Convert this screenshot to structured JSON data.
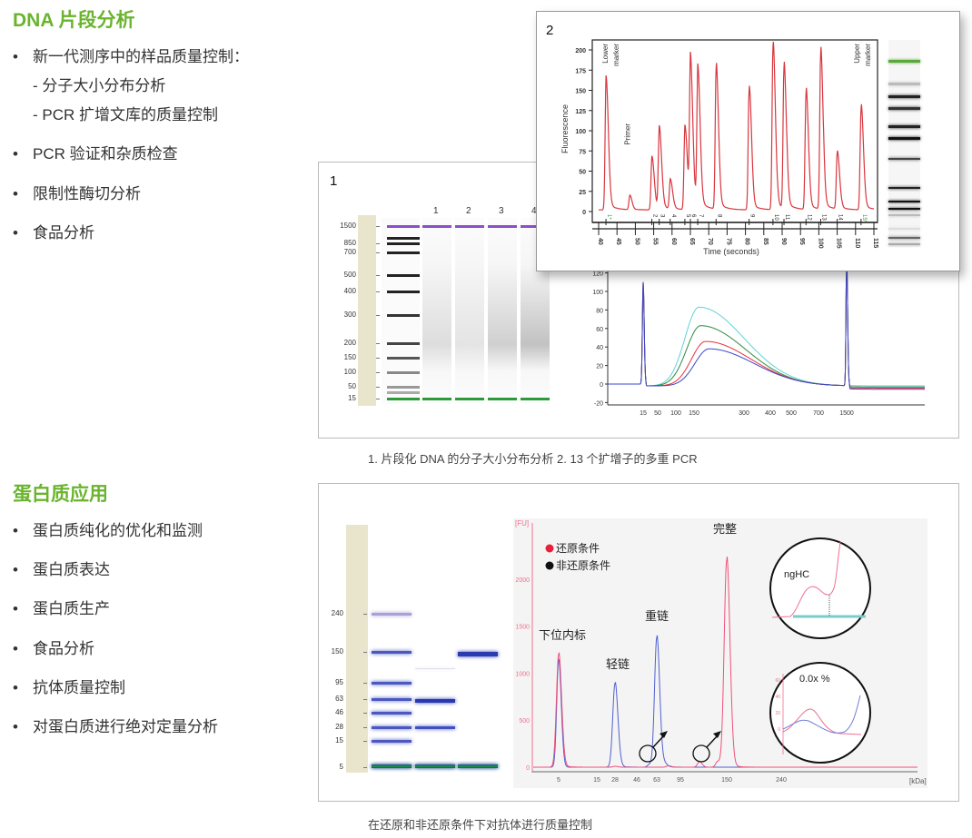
{
  "dna_section": {
    "title": "DNA 片段分析",
    "bullets": [
      {
        "text": "新一代测序中的样品质量控制：",
        "sub": [
          "- 分子大小分布分析",
          "- PCR 扩增文库的质量控制"
        ]
      },
      {
        "text": "PCR 验证和杂质检查"
      },
      {
        "text": "限制性酶切分析"
      },
      {
        "text": "食品分析"
      }
    ],
    "caption": "1. 片段化 DNA 的分子大小分布分析   2. 13 个扩增子的多重 PCR"
  },
  "protein_section": {
    "title": "蛋白质应用",
    "bullets": [
      "蛋白质纯化的优化和监测",
      "蛋白质表达",
      "蛋白质生产",
      "食品分析",
      "抗体质量控制",
      "对蛋白质进行绝对定量分析"
    ],
    "caption": "在还原和非还原条件下对抗体进行质量控制"
  },
  "panel1": {
    "label": "1",
    "lane_labels": [
      "1",
      "2",
      "3",
      "4"
    ],
    "ladder": [
      "1500",
      "850",
      "700",
      "500",
      "400",
      "300",
      "200",
      "150",
      "100",
      "50",
      "15"
    ]
  },
  "panel2": {
    "label": "2"
  },
  "panel3": {
    "ladder": [
      "240",
      "150",
      "95",
      "63",
      "46",
      "28",
      "15",
      "5"
    ]
  },
  "chart_data": [
    {
      "type": "line",
      "name": "multiplex-pcr",
      "xlabel": "Time (seconds)",
      "ylabel": "Fluorescence",
      "xlim": [
        40,
        115
      ],
      "ylim": [
        0,
        210
      ],
      "xticks": [
        "40",
        "45",
        "50",
        "55",
        "60",
        "65",
        "70",
        "75",
        "80",
        "85",
        "90",
        "95",
        "100",
        "105",
        "110",
        "115"
      ],
      "yticks": [
        "0",
        "25",
        "50",
        "75",
        "100",
        "125",
        "150",
        "175",
        "200"
      ],
      "annotations": [
        "Lower marker",
        "Primer",
        "Upper marker"
      ],
      "peak_labels": [
        "1*",
        "2",
        "3",
        "4",
        "5",
        "6",
        "7",
        "8",
        "9",
        "10",
        "11",
        "12",
        "13",
        "14",
        "15*"
      ],
      "peaks": [
        {
          "x": 42,
          "y": 157
        },
        {
          "x": 48.5,
          "y": 17
        },
        {
          "x": 54.5,
          "y": 63
        },
        {
          "x": 56.5,
          "y": 97
        },
        {
          "x": 59.5,
          "y": 35
        },
        {
          "x": 63.5,
          "y": 99
        },
        {
          "x": 65,
          "y": 176
        },
        {
          "x": 67,
          "y": 165
        },
        {
          "x": 72,
          "y": 173
        },
        {
          "x": 81,
          "y": 147
        },
        {
          "x": 87.5,
          "y": 201
        },
        {
          "x": 90.5,
          "y": 173
        },
        {
          "x": 96.5,
          "y": 144
        },
        {
          "x": 100.5,
          "y": 192
        },
        {
          "x": 105,
          "y": 69
        },
        {
          "x": 111.5,
          "y": 125
        }
      ],
      "color": "#d9363e"
    },
    {
      "type": "line",
      "name": "fragmented-dna",
      "xticks": [
        "15",
        "50",
        "100",
        "150",
        "300",
        "400",
        "500",
        "700",
        "1500"
      ],
      "yticks": [
        "120",
        "100",
        "80",
        "60",
        "40",
        "20",
        "0",
        "-20"
      ],
      "ylim": [
        -20,
        120
      ],
      "series": [
        {
          "name": "cyan",
          "color": "#5fd3d6",
          "peak": 83,
          "at": 165
        },
        {
          "name": "green",
          "color": "#2f8a3e",
          "peak": 63,
          "at": 170
        },
        {
          "name": "red",
          "color": "#e8303a",
          "peak": 46,
          "at": 185
        },
        {
          "name": "blue",
          "color": "#3b48c8",
          "peak": 38,
          "at": 195
        }
      ]
    },
    {
      "type": "line",
      "name": "antibody-qc",
      "ylabel": "[FU]",
      "xlabel": "[kDa]",
      "xticks": [
        "5",
        "15",
        "28",
        "46",
        "63",
        "95",
        "150",
        "240"
      ],
      "yticks": [
        "0",
        "500",
        "1000",
        "1500",
        "2000"
      ],
      "legend": [
        {
          "label": "还原条件",
          "color": "#e8203a"
        },
        {
          "label": "非还原条件",
          "color": "#111111"
        }
      ],
      "annotations": [
        "下位内标",
        "轻链",
        "重链",
        "完整"
      ],
      "series": [
        {
          "name": "还原条件",
          "color": "#f0507a",
          "peaks": [
            {
              "x": 5,
              "y": 1200
            },
            {
              "x": 150,
              "y": 2200
            }
          ]
        },
        {
          "name": "非还原条件",
          "color": "#5060d0",
          "peaks": [
            {
              "x": 28,
              "y": 890
            },
            {
              "x": 63,
              "y": 1380
            }
          ]
        }
      ],
      "insets": [
        {
          "label": "ngHC"
        },
        {
          "label": "0.0x %",
          "yticks": [
            "60",
            "40",
            "20",
            "0"
          ]
        }
      ]
    }
  ]
}
